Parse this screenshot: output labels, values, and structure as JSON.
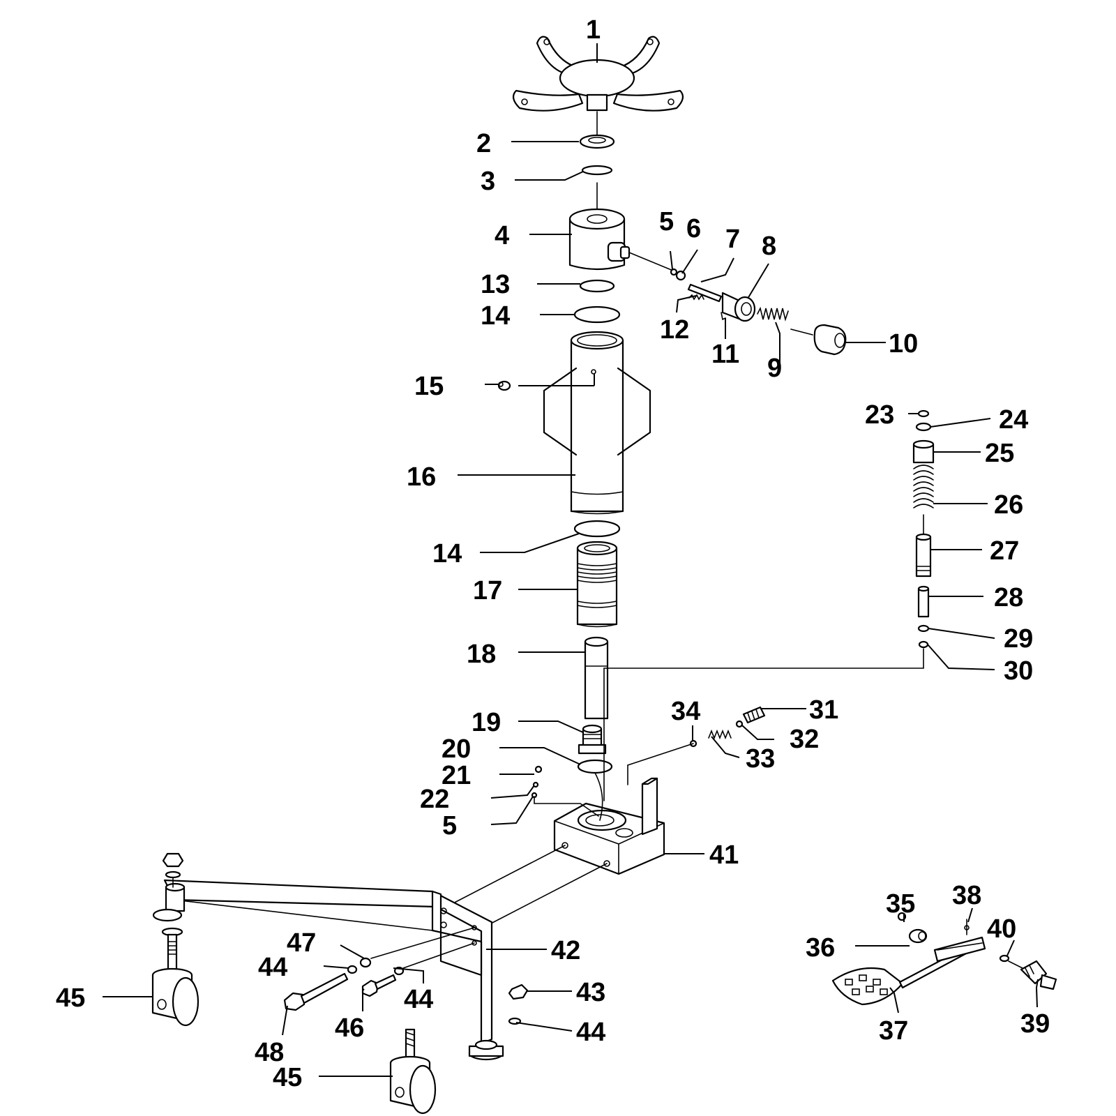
{
  "callouts": [
    {
      "id": "c1",
      "text": "1"
    },
    {
      "id": "c2",
      "text": "2"
    },
    {
      "id": "c3",
      "text": "3"
    },
    {
      "id": "c4",
      "text": "4"
    },
    {
      "id": "c5a",
      "text": "5"
    },
    {
      "id": "c6",
      "text": "6"
    },
    {
      "id": "c7",
      "text": "7"
    },
    {
      "id": "c8",
      "text": "8"
    },
    {
      "id": "c9",
      "text": "9"
    },
    {
      "id": "c10",
      "text": "10"
    },
    {
      "id": "c11",
      "text": "11"
    },
    {
      "id": "c12",
      "text": "12"
    },
    {
      "id": "c13",
      "text": "13"
    },
    {
      "id": "c14a",
      "text": "14"
    },
    {
      "id": "c14b",
      "text": "14"
    },
    {
      "id": "c15",
      "text": "15"
    },
    {
      "id": "c16",
      "text": "16"
    },
    {
      "id": "c17",
      "text": "17"
    },
    {
      "id": "c18",
      "text": "18"
    },
    {
      "id": "c19",
      "text": "19"
    },
    {
      "id": "c20",
      "text": "20"
    },
    {
      "id": "c21",
      "text": "21"
    },
    {
      "id": "c22",
      "text": "22"
    },
    {
      "id": "c5b",
      "text": "5"
    },
    {
      "id": "c23",
      "text": "23"
    },
    {
      "id": "c24",
      "text": "24"
    },
    {
      "id": "c25",
      "text": "25"
    },
    {
      "id": "c26",
      "text": "26"
    },
    {
      "id": "c27",
      "text": "27"
    },
    {
      "id": "c28",
      "text": "28"
    },
    {
      "id": "c29",
      "text": "29"
    },
    {
      "id": "c30",
      "text": "30"
    },
    {
      "id": "c31",
      "text": "31"
    },
    {
      "id": "c32",
      "text": "32"
    },
    {
      "id": "c33",
      "text": "33"
    },
    {
      "id": "c34",
      "text": "34"
    },
    {
      "id": "c41",
      "text": "41"
    },
    {
      "id": "c42",
      "text": "42"
    },
    {
      "id": "c43",
      "text": "43"
    },
    {
      "id": "c44a",
      "text": "44"
    },
    {
      "id": "c44b",
      "text": "44"
    },
    {
      "id": "c44c",
      "text": "44"
    },
    {
      "id": "c45a",
      "text": "45"
    },
    {
      "id": "c45b",
      "text": "45"
    },
    {
      "id": "c46",
      "text": "46"
    },
    {
      "id": "c47",
      "text": "47"
    },
    {
      "id": "c48",
      "text": "48"
    },
    {
      "id": "c35",
      "text": "35"
    },
    {
      "id": "c36",
      "text": "36"
    },
    {
      "id": "c37",
      "text": "37"
    },
    {
      "id": "c38",
      "text": "38"
    },
    {
      "id": "c39",
      "text": "39"
    },
    {
      "id": "c40",
      "text": "40"
    }
  ]
}
